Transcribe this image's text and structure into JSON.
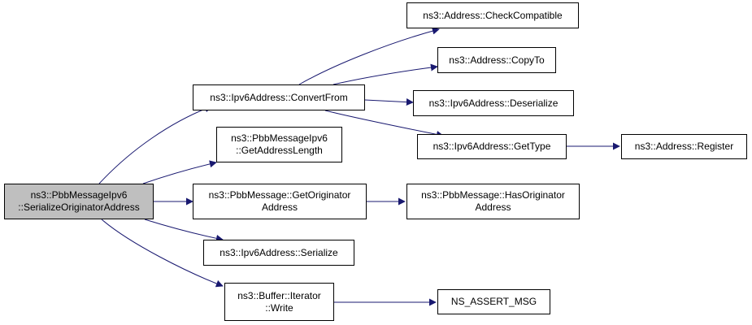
{
  "colors": {
    "edge": "#191970",
    "root_fill": "#bfbfbf",
    "node_fill": "#ffffff",
    "node_border": "#000000"
  },
  "nodes": {
    "root": {
      "line1": "ns3::PbbMessageIpv6",
      "line2": "::SerializeOriginatorAddress"
    },
    "convert_from": {
      "line1": "ns3::Ipv6Address::ConvertFrom"
    },
    "get_address_length": {
      "line1": "ns3::PbbMessageIpv6",
      "line2": "::GetAddressLength"
    },
    "get_originator_address": {
      "line1": "ns3::PbbMessage::GetOriginator",
      "line2": "Address"
    },
    "ipv6_serialize": {
      "line1": "ns3::Ipv6Address::Serialize"
    },
    "buffer_write": {
      "line1": "ns3::Buffer::Iterator",
      "line2": "::Write"
    },
    "check_compatible": {
      "line1": "ns3::Address::CheckCompatible"
    },
    "copy_to": {
      "line1": "ns3::Address::CopyTo"
    },
    "ipv6_deserialize": {
      "line1": "ns3::Ipv6Address::Deserialize"
    },
    "get_type": {
      "line1": "ns3::Ipv6Address::GetType"
    },
    "address_register": {
      "line1": "ns3::Address::Register"
    },
    "has_originator_address": {
      "line1": "ns3::PbbMessage::HasOriginator",
      "line2": "Address"
    },
    "ns_assert_msg": {
      "line1": "NS_ASSERT_MSG"
    }
  }
}
